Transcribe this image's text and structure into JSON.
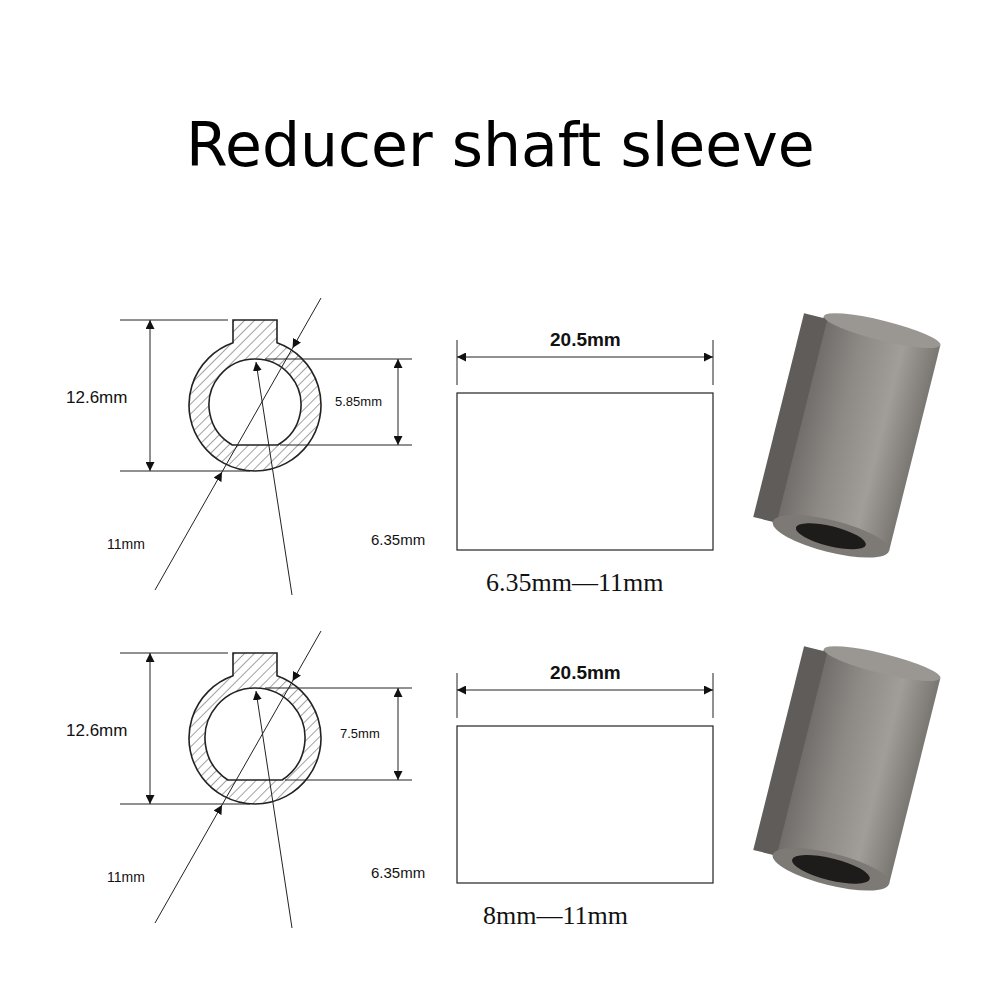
{
  "diagram": {
    "title": "Reducer shaft sleeve",
    "labels": [
      "12.6mm",
      "5.85mm",
      "11mm",
      "6.35mm",
      "20.5mm",
      "6.35mm—11mm",
      "12.6mm",
      "7.5mm",
      "11mm",
      "6.35mm",
      "20.5mm",
      "8mm—11mm"
    ]
  }
}
